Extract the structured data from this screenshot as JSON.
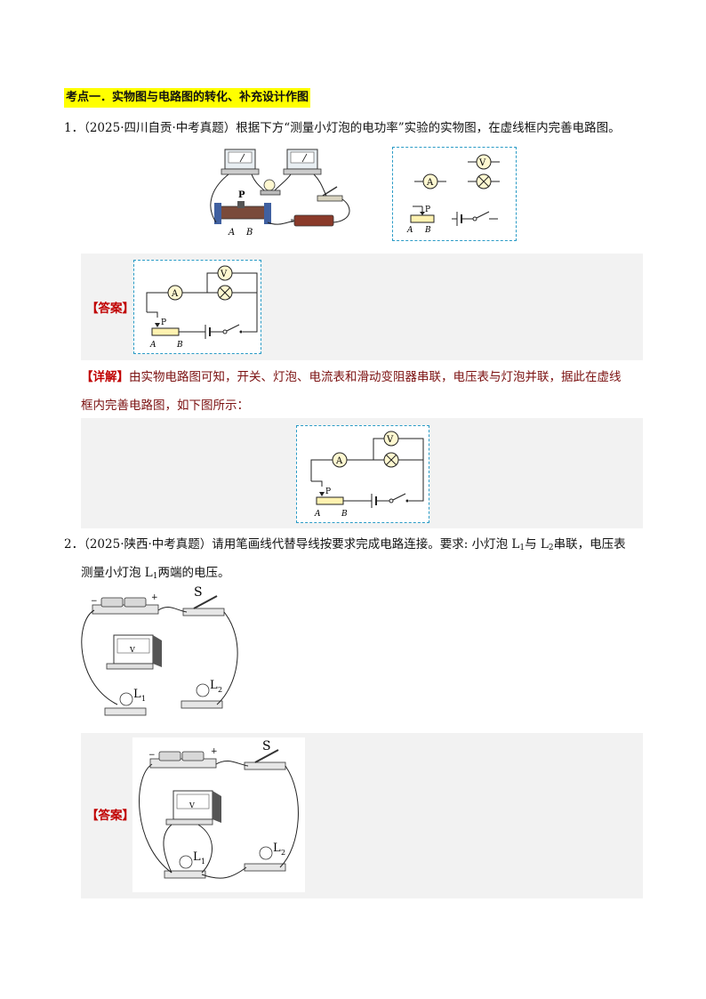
{
  "section": {
    "title": "考点一．实物图与电路图的转化、补充设计作图"
  },
  "q1": {
    "number": "1．",
    "source": "（2025·四川自贡·中考真题）",
    "stem": "根据下方“测量小灯泡的电功率”实验的实物图，在虚线框内完善电路图。",
    "labels": {
      "P": "P",
      "A": "A",
      "B": "B",
      "ammeter": "A",
      "voltmeter": "V"
    },
    "answer_label": "【答案】",
    "detail_label": "【详解】",
    "detail_line1": "由实物电路图可知，开关、灯泡、电流表和滑动变阻器串联，电压表与灯泡并联，据此在虚线",
    "detail_line2": "框内完善电路图，如下图所示："
  },
  "q2": {
    "number": "2．",
    "source": "（2025·陕西·中考真题）",
    "stem_a": "请用笔画线代替导线按要求完成电路连接。要求: 小灯泡 L",
    "sub1": "1",
    "stem_b": "与 L",
    "sub2": "2",
    "stem_c": "串联，电压表",
    "line2_a": "测量小灯泡 L",
    "line2_sub": "1",
    "line2_b": "两端的电压。",
    "labels": {
      "S": "S",
      "L": "L",
      "one": "1",
      "two": "2",
      "V": "V"
    },
    "answer_label": "【答案】"
  }
}
